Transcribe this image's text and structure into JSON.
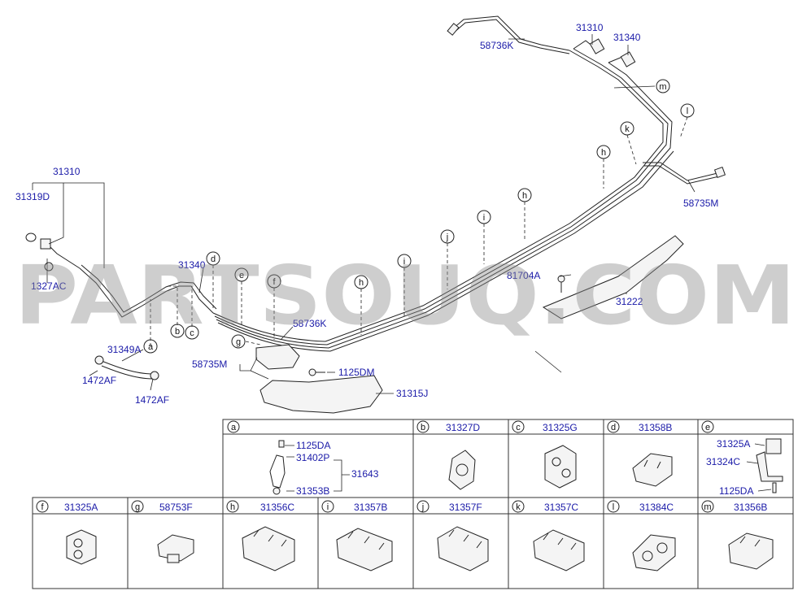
{
  "watermark": "PARTSOUQ.COM",
  "colors": {
    "label": "#1a1aa8",
    "line": "#222222",
    "watermark": "#8c8c8c"
  },
  "main_labels": {
    "p31310_top": "31310",
    "p31340_top": "31340",
    "p58736K_top": "58736K",
    "p58735M_right": "58735M",
    "p81704A": "81704A",
    "p31222": "31222",
    "p31310_left": "31310",
    "p31319D": "31319D",
    "p1327AC": "1327AC",
    "p31340_mid": "31340",
    "p58736K_mid": "58736K",
    "p31349A": "31349A",
    "p1472AF_a": "1472AF",
    "p1472AF_b": "1472AF",
    "p58735M_mid": "58735M",
    "p1125DM": "1125DM",
    "p31315J": "31315J"
  },
  "callouts": {
    "m": "m",
    "l": "l",
    "k": "k",
    "h1": "h",
    "h2": "h",
    "j": "j",
    "i1": "i",
    "i2": "i",
    "h3": "h",
    "f": "f",
    "e": "e",
    "d": "d",
    "g": "g",
    "a": "a",
    "b": "b",
    "c": "c"
  },
  "detail_cells": {
    "a": {
      "letter": "a",
      "labels": [
        "1125DA",
        "31402P",
        "31643",
        "31353B"
      ]
    },
    "b": {
      "letter": "b",
      "part": "31327D"
    },
    "c": {
      "letter": "c",
      "part": "31325G"
    },
    "d": {
      "letter": "d",
      "part": "31358B"
    },
    "e": {
      "letter": "e",
      "labels": [
        "31325A",
        "31324C",
        "1125DA"
      ]
    },
    "f": {
      "letter": "f",
      "part": "31325A"
    },
    "g": {
      "letter": "g",
      "part": "58753F"
    },
    "h": {
      "letter": "h",
      "part": "31356C"
    },
    "i": {
      "letter": "i",
      "part": "31357B"
    },
    "j": {
      "letter": "j",
      "part": "31357F"
    },
    "k": {
      "letter": "k",
      "part": "31357C"
    },
    "l": {
      "letter": "l",
      "part": "31384C"
    },
    "m": {
      "letter": "m",
      "part": "31356B"
    }
  }
}
